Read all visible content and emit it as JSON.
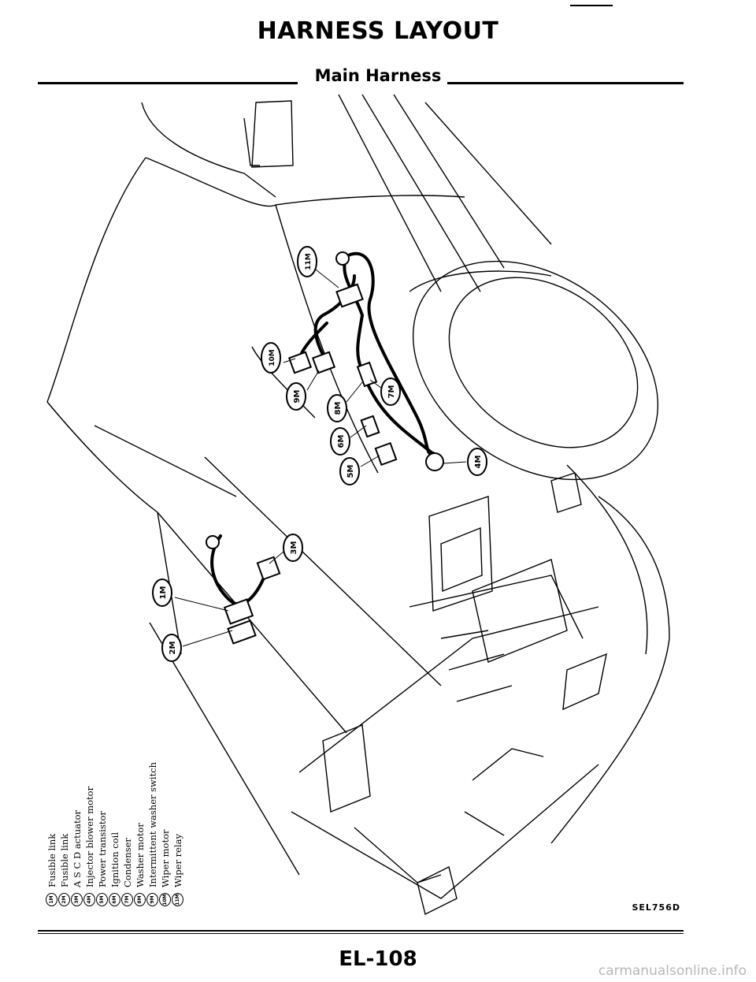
{
  "header": {
    "title": "HARNESS LAYOUT",
    "subtitle": "Main Harness"
  },
  "figure_code": "SEL756D",
  "page_number": "EL-108",
  "watermark": "carmanualsonline.info",
  "callouts": [
    {
      "label": "1M"
    },
    {
      "label": "2M"
    },
    {
      "label": "3M"
    },
    {
      "label": "4M"
    },
    {
      "label": "5M"
    },
    {
      "label": "6M"
    },
    {
      "label": "7M"
    },
    {
      "label": "8M"
    },
    {
      "label": "9M"
    },
    {
      "label": "10M"
    },
    {
      "label": "11M"
    }
  ],
  "legend": [
    {
      "code": "1M",
      "text": "Fusible link"
    },
    {
      "code": "2M",
      "text": "Fusible link"
    },
    {
      "code": "3M",
      "text": "A S C D  actuator"
    },
    {
      "code": "4M",
      "text": "Injector blower motor"
    },
    {
      "code": "5M",
      "text": "Power transistor"
    },
    {
      "code": "6M",
      "text": "Ignition coil"
    },
    {
      "code": "7M",
      "text": "Condenser"
    },
    {
      "code": "8M",
      "text": "Washer motor"
    },
    {
      "code": "9M",
      "text": "Intermittent washer switch"
    },
    {
      "code": "10M",
      "text": "Wiper motor"
    },
    {
      "code": "11M",
      "text": "Wiper relay"
    }
  ]
}
